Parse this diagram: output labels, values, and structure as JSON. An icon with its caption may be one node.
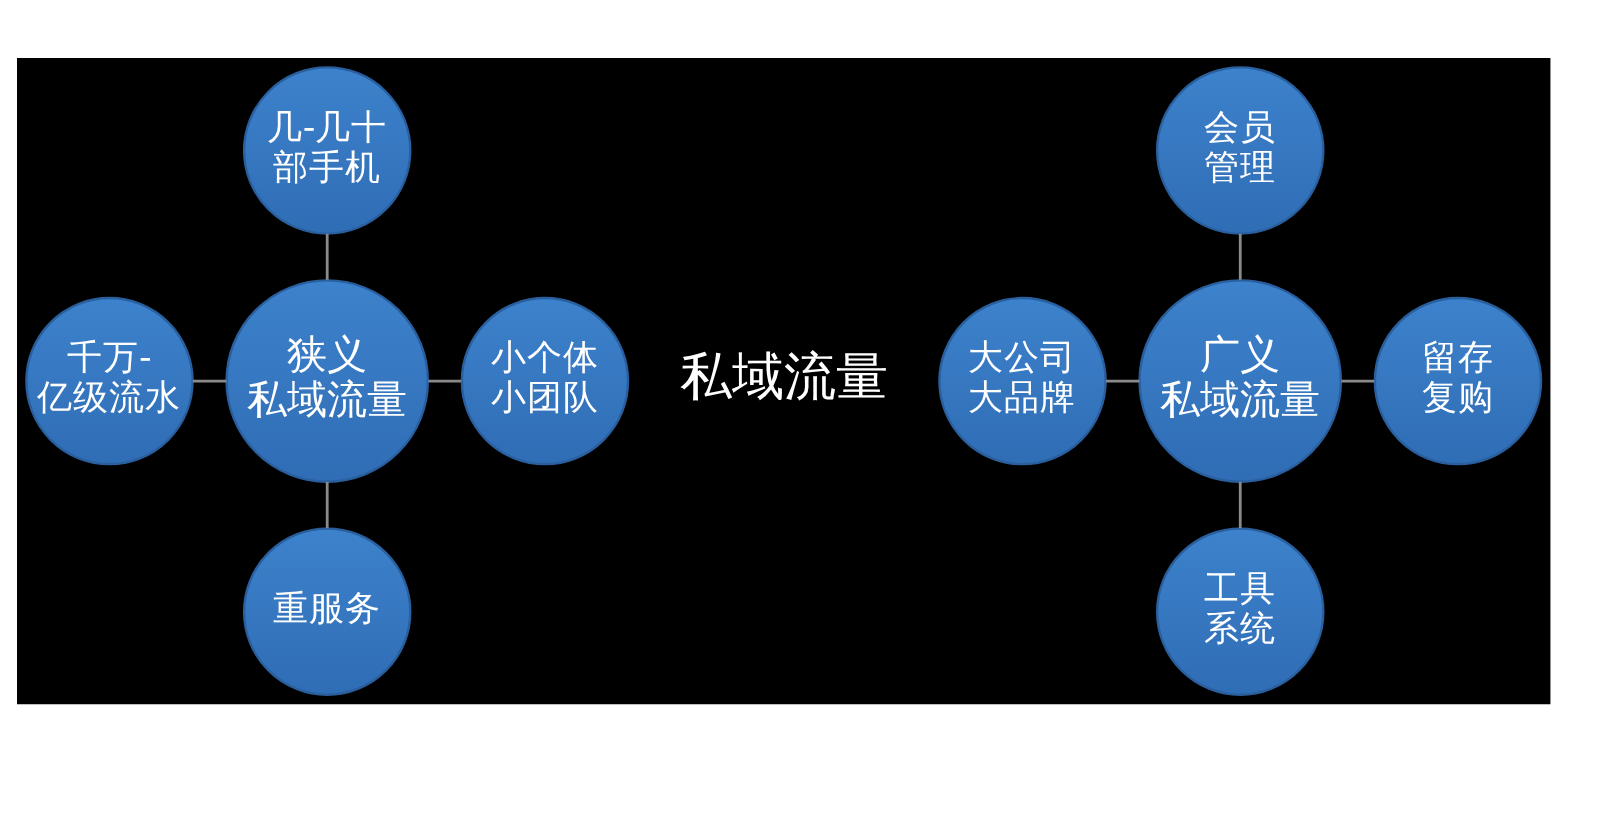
{
  "diagram": {
    "nodes": [
      {
        "text": [
          "几-几十部手机"
        ]
      },
      {
        "text": [
          "千万-亿级流水"
        ]
      },
      {
        "text": [
          "狭义私域流量"
        ]
      },
      {
        "text": [
          "小个体小团队"
        ]
      },
      {
        "text": [
          "重服务"
        ]
      },
      {
        "text": [
          "会员管理"
        ]
      },
      {
        "text": [
          "大公司大品牌"
        ]
      },
      {
        "text": [
          "广义私域流量"
        ]
      },
      {
        "text": [
          "留存复购"
        ]
      },
      {
        "text": [
          "工具系统"
        ]
      }
    ],
    "edges": [
      {
        "from": 0,
        "to": 2,
        "arrow": "none"
      },
      {
        "from": 1,
        "to": 2,
        "arrow": "none"
      },
      {
        "from": 2,
        "to": 3,
        "arrow": "none"
      },
      {
        "from": 2,
        "to": 4,
        "arrow": "none"
      },
      {
        "from": 5,
        "to": 7,
        "arrow": "none"
      },
      {
        "from": 6,
        "to": 7,
        "arrow": "none"
      },
      {
        "from": 7,
        "to": 8,
        "arrow": "none"
      },
      {
        "from": 7,
        "to": 9,
        "arrow": "none"
      }
    ],
    "labels": [
      "私域流量"
    ]
  }
}
